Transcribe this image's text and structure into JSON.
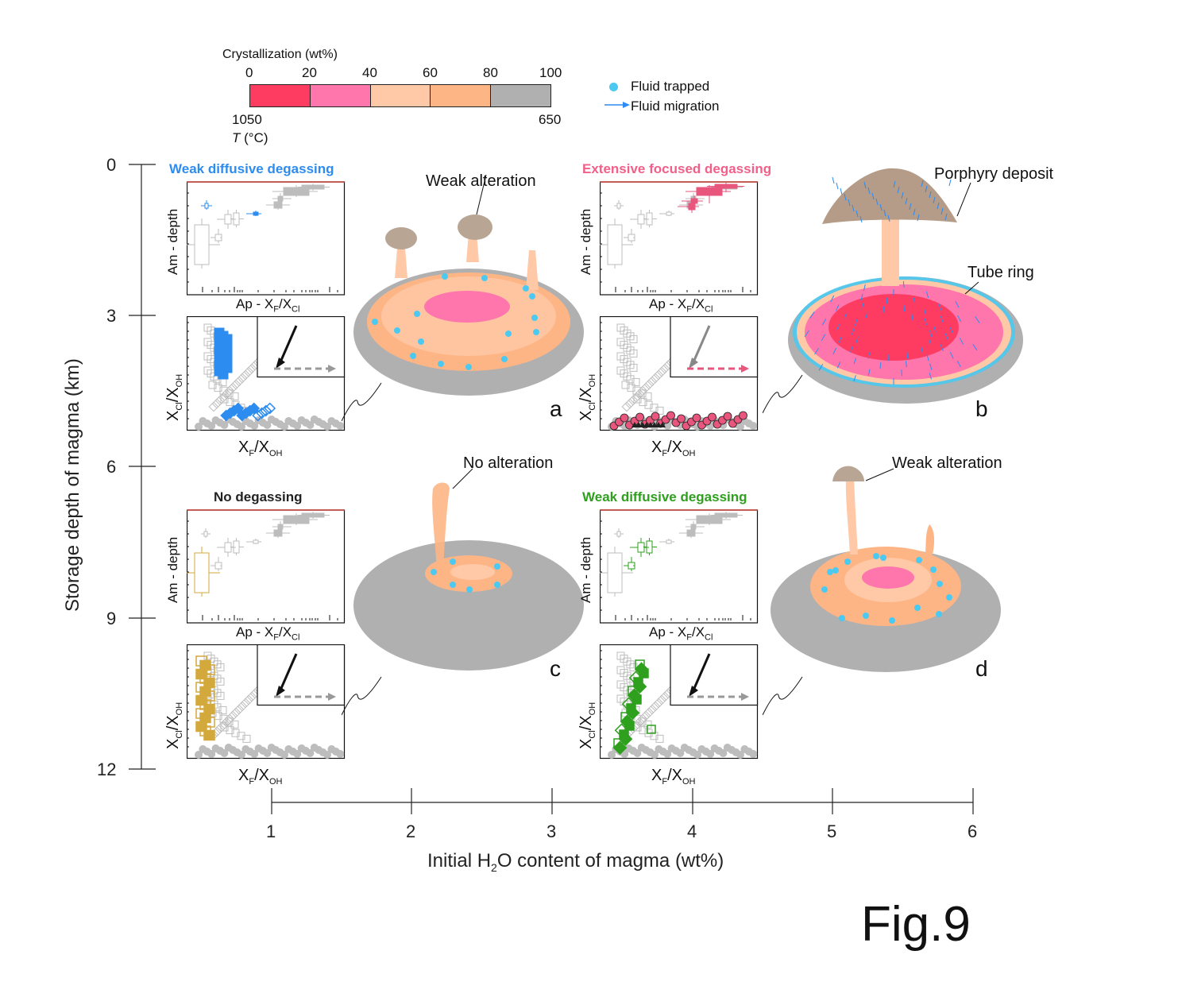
{
  "colorbar": {
    "title": "Crystallization (wt%)",
    "ticks": [
      "0",
      "20",
      "40",
      "60",
      "80",
      "100"
    ],
    "segment_colors": [
      "#fe3c62",
      "#ff76ad",
      "#ffc8a6",
      "#feb585",
      "#b0b0b0"
    ],
    "temp_left": "1050",
    "temp_right": "650",
    "temp_label_italic": "T",
    "temp_label_unit": " (°C)"
  },
  "legend": {
    "items": [
      {
        "label": "Fluid trapped",
        "icon": "dot-icon",
        "color": "#4cc9f0"
      },
      {
        "label": "Fluid migration",
        "icon": "arrow-icon",
        "color": "#2c8cf0"
      }
    ]
  },
  "y_axis": {
    "label": "Storage depth of magma (km)",
    "ticks": [
      "0",
      "3",
      "6",
      "9",
      "12"
    ],
    "range": [
      0,
      12
    ]
  },
  "x_axis": {
    "label_pre": "Initial H",
    "label_sub": "2",
    "label_post": "O content of magma (wt%)",
    "ticks": [
      "1",
      "2",
      "3",
      "4",
      "5",
      "6"
    ],
    "range": [
      1,
      6
    ]
  },
  "figure_label": "Fig.9",
  "colors": {
    "blue_highlight": "#2c8cf0",
    "pink_highlight": "#e8557d",
    "gold_highlight": "#d4a93c",
    "green_highlight": "#2ea01e",
    "gray_data": "#bdbdbd",
    "fluid_dot": "#4cc9f0"
  },
  "panels": [
    {
      "id": "a",
      "letter": "a",
      "title": "Weak diffusive degassing",
      "title_color": "#2c8cf0",
      "callout": "Weak alteration",
      "box_ylabel": "Am - depth",
      "box_xlabel_pre": "Ap - X",
      "box_xlabel_sub1": "F",
      "box_xlabel_mid": "/X",
      "box_xlabel_sub2": "Cl",
      "scatter_ylabel_pre": "X",
      "scatter_ylabel_sub1": "Cl",
      "scatter_ylabel_mid": "/X",
      "scatter_ylabel_sub2": "OH",
      "scatter_xlabel_pre": "X",
      "scatter_xlabel_sub1": "F",
      "scatter_xlabel_mid": "/X",
      "scatter_xlabel_sub2": "OH"
    },
    {
      "id": "b",
      "letter": "b",
      "title": "Extensive focused degassing",
      "title_color": "#f06088",
      "callout": "Porphyry deposit",
      "callout2": "Tube ring",
      "box_ylabel": "Am - depth",
      "box_xlabel_pre": "Ap - X",
      "box_xlabel_sub1": "F",
      "box_xlabel_mid": "/X",
      "box_xlabel_sub2": "Cl",
      "scatter_ylabel_pre": "X",
      "scatter_ylabel_sub1": "Cl",
      "scatter_ylabel_mid": "/X",
      "scatter_ylabel_sub2": "OH",
      "scatter_xlabel_pre": "X",
      "scatter_xlabel_sub1": "F",
      "scatter_xlabel_mid": "/X",
      "scatter_xlabel_sub2": "OH"
    },
    {
      "id": "c",
      "letter": "c",
      "title": "No degassing",
      "title_color": "#222222",
      "callout": "No alteration",
      "box_ylabel": "Am - depth",
      "box_xlabel_pre": "Ap - X",
      "box_xlabel_sub1": "F",
      "box_xlabel_mid": "/X",
      "box_xlabel_sub2": "Cl",
      "scatter_ylabel_pre": "X",
      "scatter_ylabel_sub1": "Cl",
      "scatter_ylabel_mid": "/X",
      "scatter_ylabel_sub2": "OH",
      "scatter_xlabel_pre": "X",
      "scatter_xlabel_sub1": "F",
      "scatter_xlabel_mid": "/X",
      "scatter_xlabel_sub2": "OH"
    },
    {
      "id": "d",
      "letter": "d",
      "title": "Weak diffusive degassing",
      "title_color": "#2ea01e",
      "callout": "Weak alteration",
      "box_ylabel": "Am - depth",
      "box_xlabel_pre": "Ap - X",
      "box_xlabel_sub1": "F",
      "box_xlabel_mid": "/X",
      "box_xlabel_sub2": "Cl",
      "scatter_ylabel_pre": "X",
      "scatter_ylabel_sub1": "Cl",
      "scatter_ylabel_mid": "/X",
      "scatter_ylabel_sub2": "OH",
      "scatter_xlabel_pre": "X",
      "scatter_xlabel_sub1": "F",
      "scatter_xlabel_mid": "/X",
      "scatter_xlabel_sub2": "OH"
    }
  ]
}
